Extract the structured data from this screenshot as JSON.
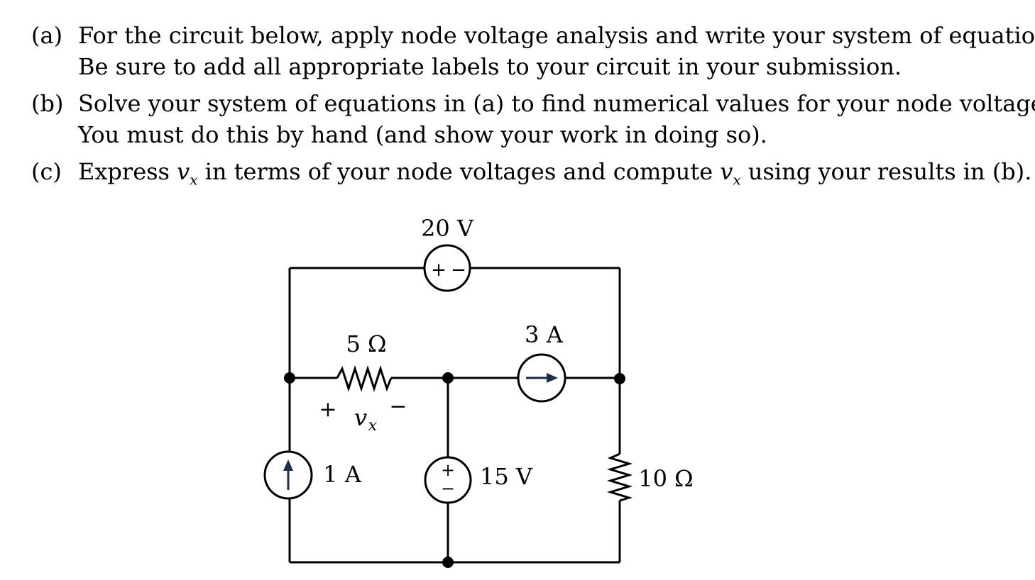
{
  "problems": [
    {
      "label": "(a)",
      "lines": [
        "For the circuit below, apply node voltage analysis and write your system of equations.",
        "Be sure to add all appropriate labels to your circuit in your submission."
      ]
    },
    {
      "label": "(b)",
      "lines": [
        "Solve your system of equations in (a) to find numerical values for your node voltages.",
        "You must do this by hand (and show your work in doing so)."
      ]
    },
    {
      "label": "(c)",
      "pre": "Express ",
      "var": "v",
      "sub": "x",
      "mid": " in terms of your node voltages and compute ",
      "var2": "v",
      "sub2": "x",
      "post": " using your results in (b)."
    }
  ],
  "circuit": {
    "source_20v": {
      "label": "20 V",
      "plus": "+",
      "minus": "−"
    },
    "resistor_5": {
      "label": "5 Ω"
    },
    "current_3a": {
      "label": "3 A"
    },
    "vx": {
      "plus": "+",
      "minus": "−",
      "var": "v",
      "sub": "x"
    },
    "current_1a": {
      "label": "1 A"
    },
    "source_15v": {
      "label": "15 V",
      "plus": "+",
      "minus": "−"
    },
    "resistor_10": {
      "label": "10 Ω"
    }
  },
  "colors": {
    "wire": "#000000",
    "arrow": "#1c2e4a"
  }
}
